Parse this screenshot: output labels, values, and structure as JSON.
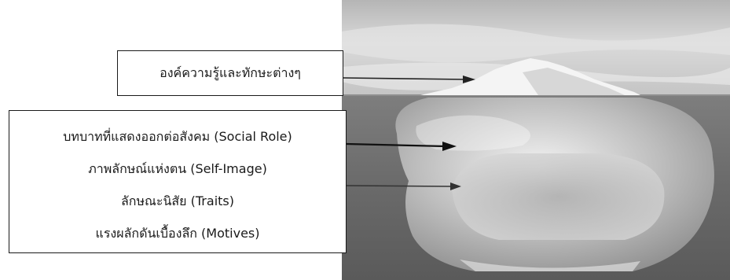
{
  "diagram": {
    "top_label": "องค์ความรู้และทักษะต่างๆ",
    "bottom_labels": [
      "บทบาทที่แสดงออกต่อสังคม (Social Role)",
      "ภาพลักษณ์แห่งตน (Self-Image)",
      "ลักษณะนิสัย (Traits)",
      "แรงผลักดันเบื้องลึก (Motives)"
    ]
  },
  "colors": {
    "sky": "#c9c9c9",
    "water": "#6f6f6f",
    "ice": "#ececec",
    "arrow": "#222222",
    "border": "#1a1a1a"
  }
}
